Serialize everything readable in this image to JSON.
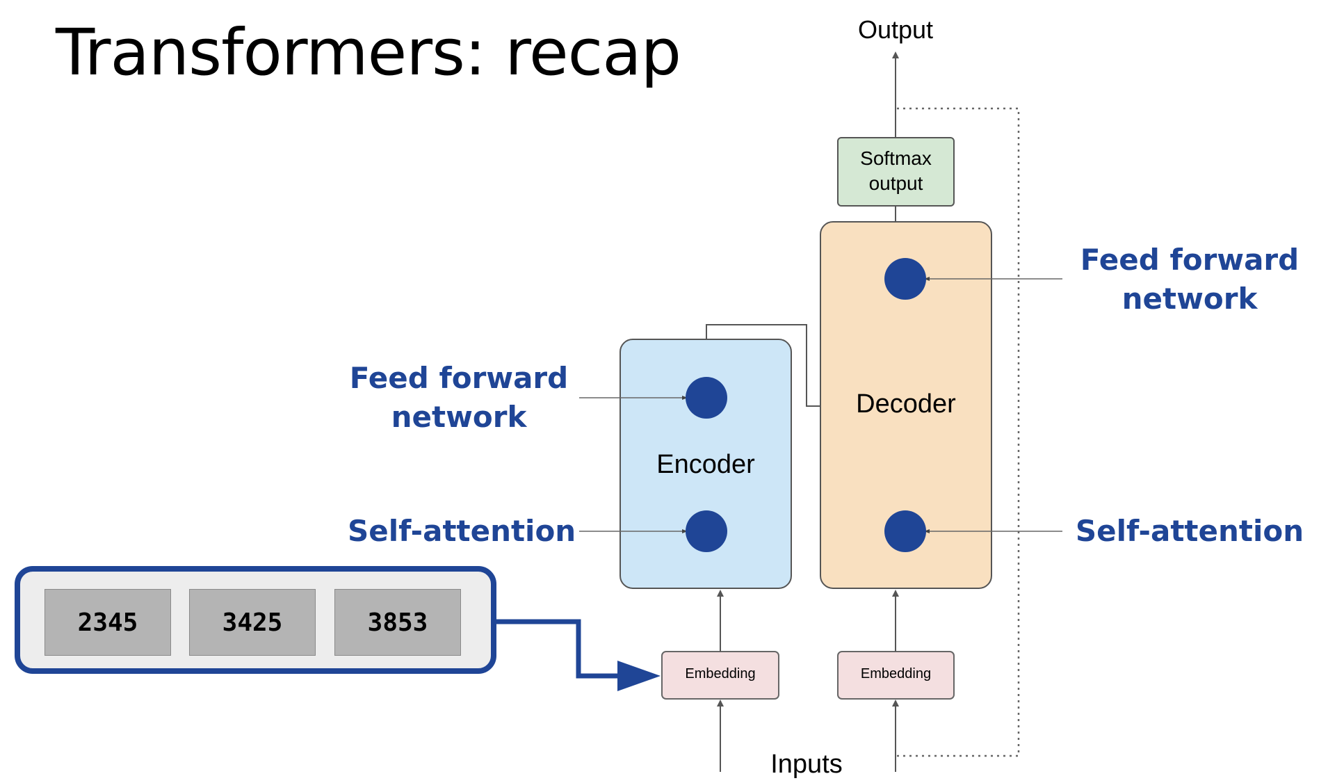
{
  "slide": {
    "title": "Transformers: recap"
  },
  "diagram": {
    "output_label": "Output",
    "inputs_label": "Inputs",
    "softmax": {
      "line1": "Softmax",
      "line2": "output"
    },
    "encoder_label": "Encoder",
    "decoder_label": "Decoder",
    "embedding_left": "Embedding",
    "embedding_right": "Embedding",
    "left_ffn": {
      "line1": "Feed forward",
      "line2": "network"
    },
    "left_attention": "Self-attention",
    "right_ffn": {
      "line1": "Feed forward",
      "line2": "network"
    },
    "right_attention": "Self-attention",
    "tokens": [
      "2345",
      "3425",
      "3853"
    ]
  },
  "colors": {
    "accent_blue": "#1f4596",
    "encoder_fill": "#cde6f7",
    "decoder_fill": "#f9e0c0",
    "softmax_fill": "#d5e8d4",
    "embedding_fill": "#f4dfe0",
    "node_fill": "#1f4596"
  }
}
